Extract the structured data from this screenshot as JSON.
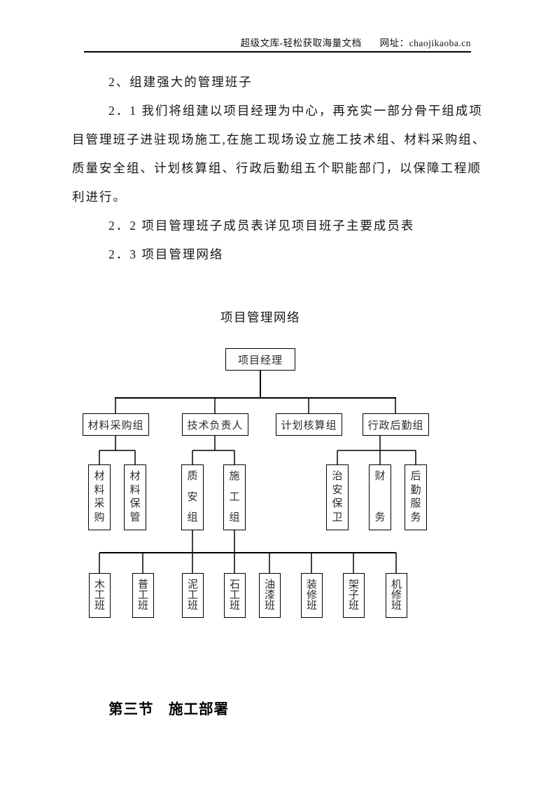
{
  "header": {
    "brand": "超级文库-轻松获取海量文档",
    "site": "网址：chaojikaoba.cn"
  },
  "body": {
    "lines": [
      {
        "indent": true,
        "text": "2、组建强大的管理班子"
      },
      {
        "indent": true,
        "text": "2．1 我们将组建以项目经理为中心，再充实一部分骨干组成项"
      },
      {
        "indent": false,
        "text": "目管理班子进驻现场施工,在施工现场设立施工技术组、材料采购组、"
      },
      {
        "indent": false,
        "text": "质量安全组、计划核算组、行政后勤组五个职能部门，以保障工程顺"
      },
      {
        "indent": false,
        "text": "利进行。"
      },
      {
        "indent": true,
        "text": "2．2 项目管理班子成员表详见项目班子主要成员表"
      },
      {
        "indent": true,
        "text": "2．3 项目管理网络"
      }
    ],
    "section_heading": "第三节　施工部署"
  },
  "diagram": {
    "title": "项目管理网络",
    "root": "项目经理",
    "level2": [
      "材料采购组",
      "技术负责人",
      "计划核算组",
      "行政后勤组"
    ],
    "level3": [
      "材料采购",
      "材料保管",
      "质安组",
      "施工组",
      "治安保卫",
      "财务",
      "后勤服务"
    ],
    "level4": [
      "木工班",
      "普工班",
      "泥工班",
      "石工班",
      "油漆班",
      "装修班",
      "架子班",
      "机修班"
    ],
    "line_color": "#000000",
    "box_border_color": "#000000"
  }
}
